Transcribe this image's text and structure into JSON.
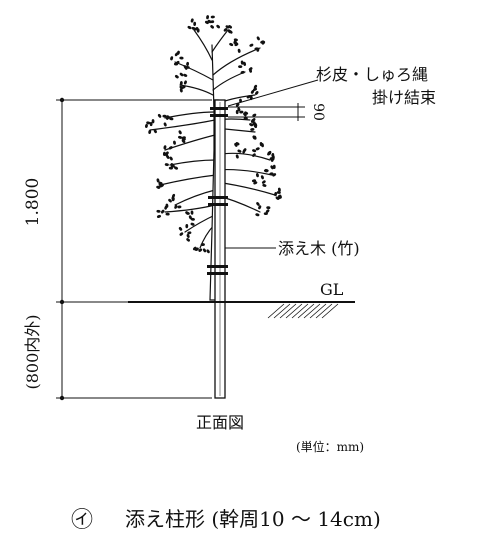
{
  "diagram": {
    "label_support_tie": [
      "杉皮・しゅろ縄",
      "掛け結束"
    ],
    "dimension_tie_spacing": "90",
    "dimension_height": "1.800",
    "dimension_embed": "(800内外)",
    "label_support_stake": "添え木 (竹)",
    "label_ground": "GL",
    "view_name": "正面図",
    "unit_note": "(単位：mm)",
    "caption_marker": "㋑",
    "caption_text": "添え柱形 (幹周10 ～ 14cm)"
  }
}
